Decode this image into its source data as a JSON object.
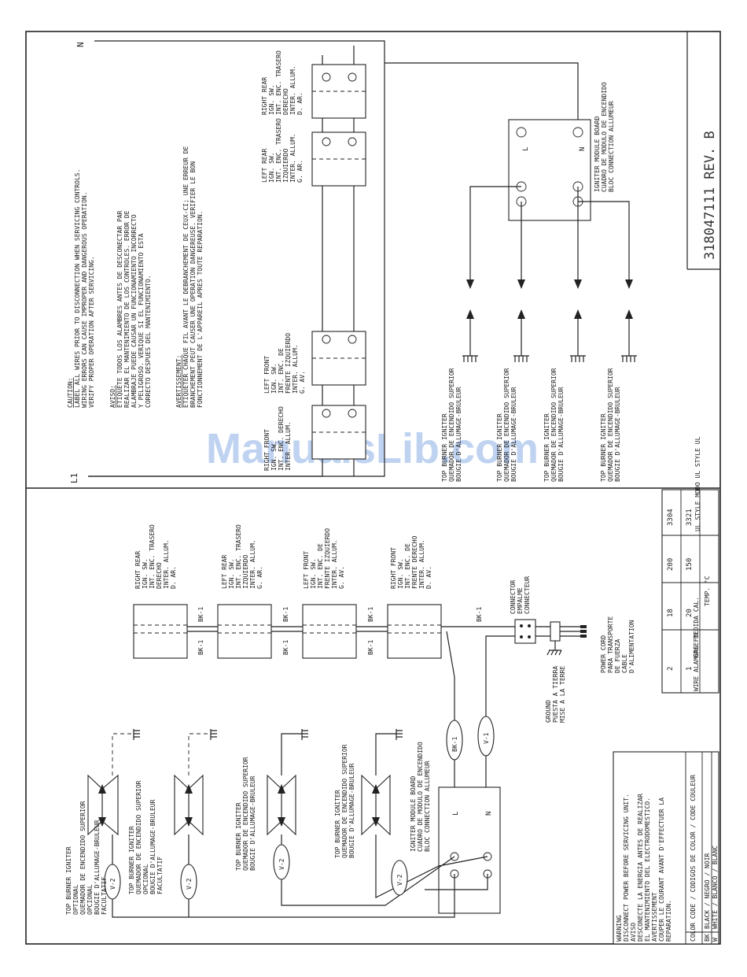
{
  "part_number": "318047111 REV. B",
  "watermark": "ManualsLib.com",
  "schematic": {
    "line_l1": "L1",
    "line_n": "N",
    "caution": {
      "title": "CAUTION:",
      "lines": [
        "LABEL ALL WIRES PRIOR TO DISCONNECTION WHEN SERVICING CONTROLS.",
        "WIRING ERRORS CAN CAUSE IMPROPER AND DANGEROUS OPERATION.",
        "VERIFY PROPER OPERATION AFTER SERVICING."
      ]
    },
    "aviso": {
      "title": "AVISO:",
      "lines": [
        "ETIQUETE TODOS LOS ALAMBRES ANTES DE DESCONECTAR PAR",
        "REALIZAR EL MANTENIMIENTO DE LOS CONTROLES. ERROR DE",
        "ALAMBRAJE PUEDE CAUSAR UN FUNCIONAMIENTO INCORRECTO",
        "Y PELIGROSO. VERIQUE SI EL FUNCIONAMIENTO ESTA",
        "CORRECTO DESPUES DEL MANTENIMIENTO."
      ]
    },
    "avertissement": {
      "title": "AVERTISSEMENT:",
      "lines": [
        "ETIQUETER CHAQUE FIL AVANT LE DEBRANCHEMENT DE CEUX-CI; UNE ERREUR DE",
        "BRANCHEMENT PEUT CAUSER UNE OPERATION DANGEREUSE. VERIFIER LE BON",
        "FONCTIONNEMENT DE L'APPAREIL APRES TOUTE REPARATION."
      ]
    },
    "switches": [
      [
        "RIGHT FRONT",
        "IGN. SW.",
        "INT. ENC. DERECHO",
        "INTER. ALLUM."
      ],
      [
        "LEFT FRONT",
        "IGN. SW.",
        "INT. ENC. DE",
        "FRENTE IZQUIERDO",
        "INTER. ALLUM.",
        "G. AV."
      ],
      [
        "LEFT REAR",
        "IGN. SW.",
        "INT. ENC. TRASERO",
        "IZQUIERDO",
        "INTER. ALLUM.",
        "G. AR."
      ],
      [
        "RIGHT REAR",
        "IGN. SW.",
        "INT. ENC. TRASERO",
        "DERECHO",
        "INTER. ALLUM.",
        "D. AR."
      ]
    ],
    "module": [
      "IGNITER MODULE BOARD",
      "CUADRO DE MODULO DE ENCENDIDO",
      "BLOC CONNECTION ALLUMEUR"
    ],
    "module_terminals": {
      "l": "L",
      "n": "N"
    },
    "igniter_label": [
      "TOP BURNER IGNITER",
      "QUEMADOR DE ENCENDIDO SUPERIOR",
      "BOUGIE D'ALLUMAGE-BRULEUR"
    ]
  },
  "wiring": {
    "switches": [
      [
        "RIGHT REAR",
        "IGN. SW.",
        "INT. ENC. TRASERO",
        "DERECHO",
        "INTER. ALLUM.",
        "D. AR."
      ],
      [
        "LEFT REAR",
        "IGN. SW.",
        "INT. ENC. TRASERO",
        "IZQUIERDO",
        "INTER. ALLUM.",
        "G. AR."
      ],
      [
        "LEFT FRONT",
        "IGN. SW.",
        "INT. ENC. DE",
        "FRENTE IZQUIERDO",
        "INTER. ALLUM.",
        "G. AV."
      ],
      [
        "RIGHT FRONT",
        "IGN. SW.",
        "INT. ENC. DE",
        "FRENTE DERECHO",
        "INTER. ALLUM.",
        "D. AV."
      ]
    ],
    "wire_label_bk": "BK-1",
    "wire_label_v": "V-1",
    "wire_label_v2": "V-2",
    "connector": [
      "CONNECTOR",
      "EMPALME",
      "CONNECTEUR"
    ],
    "power_cord": [
      "POWER CORD",
      "PARA TRANSPORTE",
      "DE FUERZA",
      "CABLE",
      "D'ALIMENTATION"
    ],
    "ground": [
      "GROUND",
      "PUESTA A TIERRA",
      "MISE A LA TERRE"
    ],
    "module": [
      "IGNITER MODULE BOARD",
      "CUADRO DE MODULO DE ENCENDIDO",
      "BLOC CONNECTION ALLUMEUR"
    ],
    "module_terminals": {
      "l": "L",
      "n": "N"
    },
    "igniter_optional": [
      "TOP BURNER IGNITER",
      "OPTIONAL",
      "QUEMADOR DE ENCENDIDO SUPERIOR",
      "OPCIONAL",
      "BOUGIE D'ALLUMAGE-BRULEUR",
      "FACULTATIF"
    ],
    "igniter_standard": [
      "TOP BURNER IGNITER",
      "QUEMADOR DE ENCENDIDO SUPERIOR",
      "BOUGIE D'ALLUMAGE-BRULEUR"
    ]
  },
  "wire_table": {
    "headers": [
      "WIRE ALAMBRE FIL",
      "GAGE MEDIDA CAL.",
      "TEMP. °C",
      "UL STYLE MODO UL STYLE UL"
    ],
    "rows": [
      [
        "1",
        "20",
        "150",
        "3321"
      ],
      [
        "2",
        "18",
        "200",
        "3304"
      ]
    ]
  },
  "warning": {
    "lines": [
      "WARNING",
      "DISCONNECT POWER BEFORE SERVICING UNIT.",
      "AVISO",
      "DESCONECTE LA ENERGIA ANTES DE REALIZAR",
      "EL MANTENIMIENTO DEL ELECTRODOMESTICO.",
      "AVERTISSEMENT",
      "COUPER LE COURANT AVANT D'EFFECTUER LA",
      "REPARATION."
    ]
  },
  "color_code": {
    "title": "COLOR CODE / CODIGOS DE COLOR / CODE COULEUR",
    "rows": [
      {
        "code": "BK",
        "name": "BLACK / NEGRO / NOIR"
      },
      {
        "code": "W",
        "name": "WHITE / BLANCO / BLANC"
      }
    ]
  }
}
